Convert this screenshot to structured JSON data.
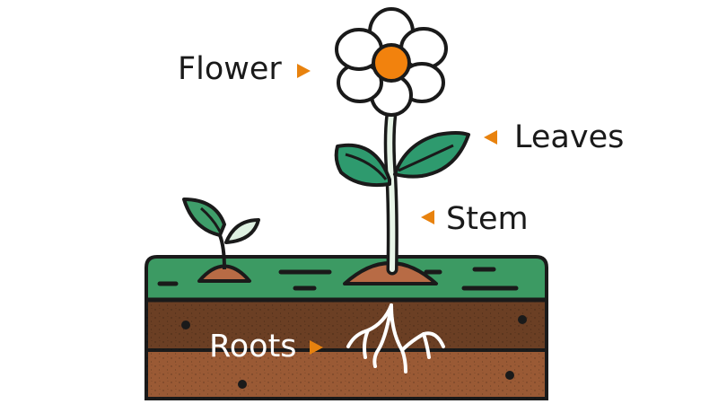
{
  "labels": {
    "flower": "Flower",
    "leaves": "Leaves",
    "stem": "Stem",
    "roots": "Roots"
  },
  "colors": {
    "outline": "#1a1a1a",
    "grass": "#3c9a63",
    "soil_top": "#6b3f24",
    "soil_bottom": "#9a5a35",
    "mound": "#b86b45",
    "leaf": "#2e9a6e",
    "seedling_leaf": "#3f9e6a",
    "seedling_leaf_light": "#dff1e2",
    "stem": "#e8f5e8",
    "petal": "#ffffff",
    "flower_center": "#f2820d",
    "arrow": "#e8820e",
    "roots": "#ffffff"
  },
  "icons": {
    "pointer": "triangle-pointer-icon"
  }
}
